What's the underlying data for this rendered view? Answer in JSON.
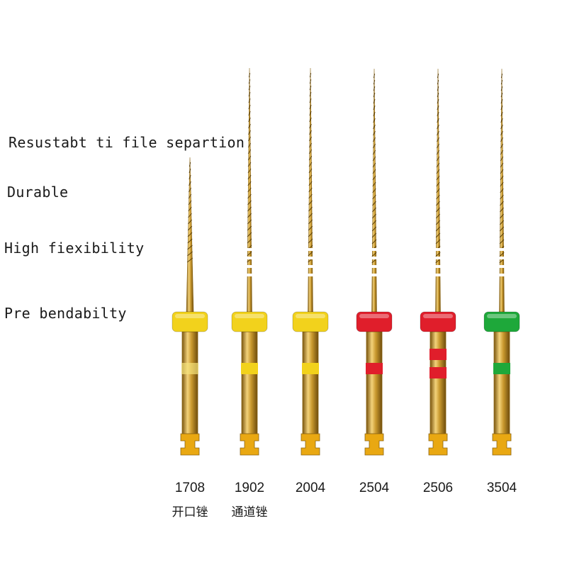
{
  "features": [
    "Resustabt ti file separtion",
    "Durable",
    "High fiexibility",
    "Pre bendabilty"
  ],
  "files": [
    {
      "size": "1708",
      "subtitle": "开口锉",
      "ring_color": "#f2d21c",
      "band_count": 1,
      "band_color": "#f5e27a"
    },
    {
      "size": "1902",
      "subtitle": "通道锉",
      "ring_color": "#f2d21c",
      "band_count": 1,
      "band_color": "#f2d21c"
    },
    {
      "size": "2004",
      "subtitle": "",
      "ring_color": "#f2d21c",
      "band_count": 1,
      "band_color": "#f2d21c"
    },
    {
      "size": "2504",
      "subtitle": "",
      "ring_color": "#e01e2b",
      "band_count": 1,
      "band_color": "#e01e2b"
    },
    {
      "size": "2506",
      "subtitle": "",
      "ring_color": "#e01e2b",
      "band_count": 2,
      "band_color": "#e01e2b"
    },
    {
      "size": "3504",
      "subtitle": "",
      "ring_color": "#1ea83a",
      "band_count": 1,
      "band_color": "#1ea83a"
    }
  ],
  "colors": {
    "gold": "#c9a23a",
    "gold_dark": "#8a6414",
    "text": "#1a1a1a"
  }
}
